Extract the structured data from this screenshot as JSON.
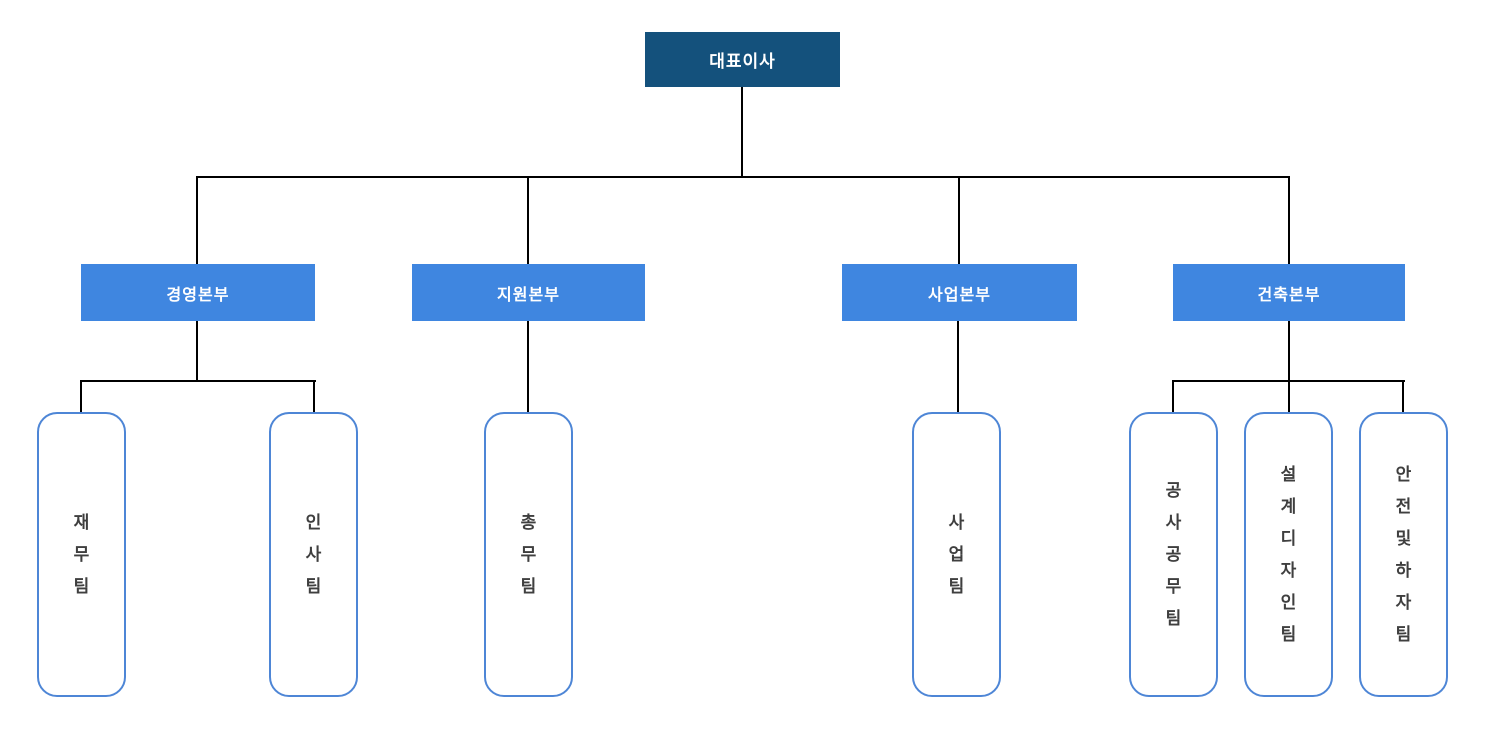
{
  "org": {
    "root": {
      "label": "대표이사"
    },
    "divisions": [
      {
        "label": "경영본부",
        "teams": [
          {
            "label": "재무팀"
          },
          {
            "label": "인사팀"
          }
        ]
      },
      {
        "label": "지원본부",
        "teams": [
          {
            "label": "총무팀"
          }
        ]
      },
      {
        "label": "사업본부",
        "teams": [
          {
            "label": "사업팀"
          }
        ]
      },
      {
        "label": "건축본부",
        "teams": [
          {
            "label": "공사공무팀"
          },
          {
            "label": "설계디자인팀"
          },
          {
            "label": "안전및하자팀"
          }
        ]
      }
    ]
  },
  "colors": {
    "root_bg": "#14517C",
    "division_bg": "#3F86E0",
    "team_border": "#4E86D6",
    "team_text": "#3F3F3F",
    "line_color": "#000000"
  }
}
